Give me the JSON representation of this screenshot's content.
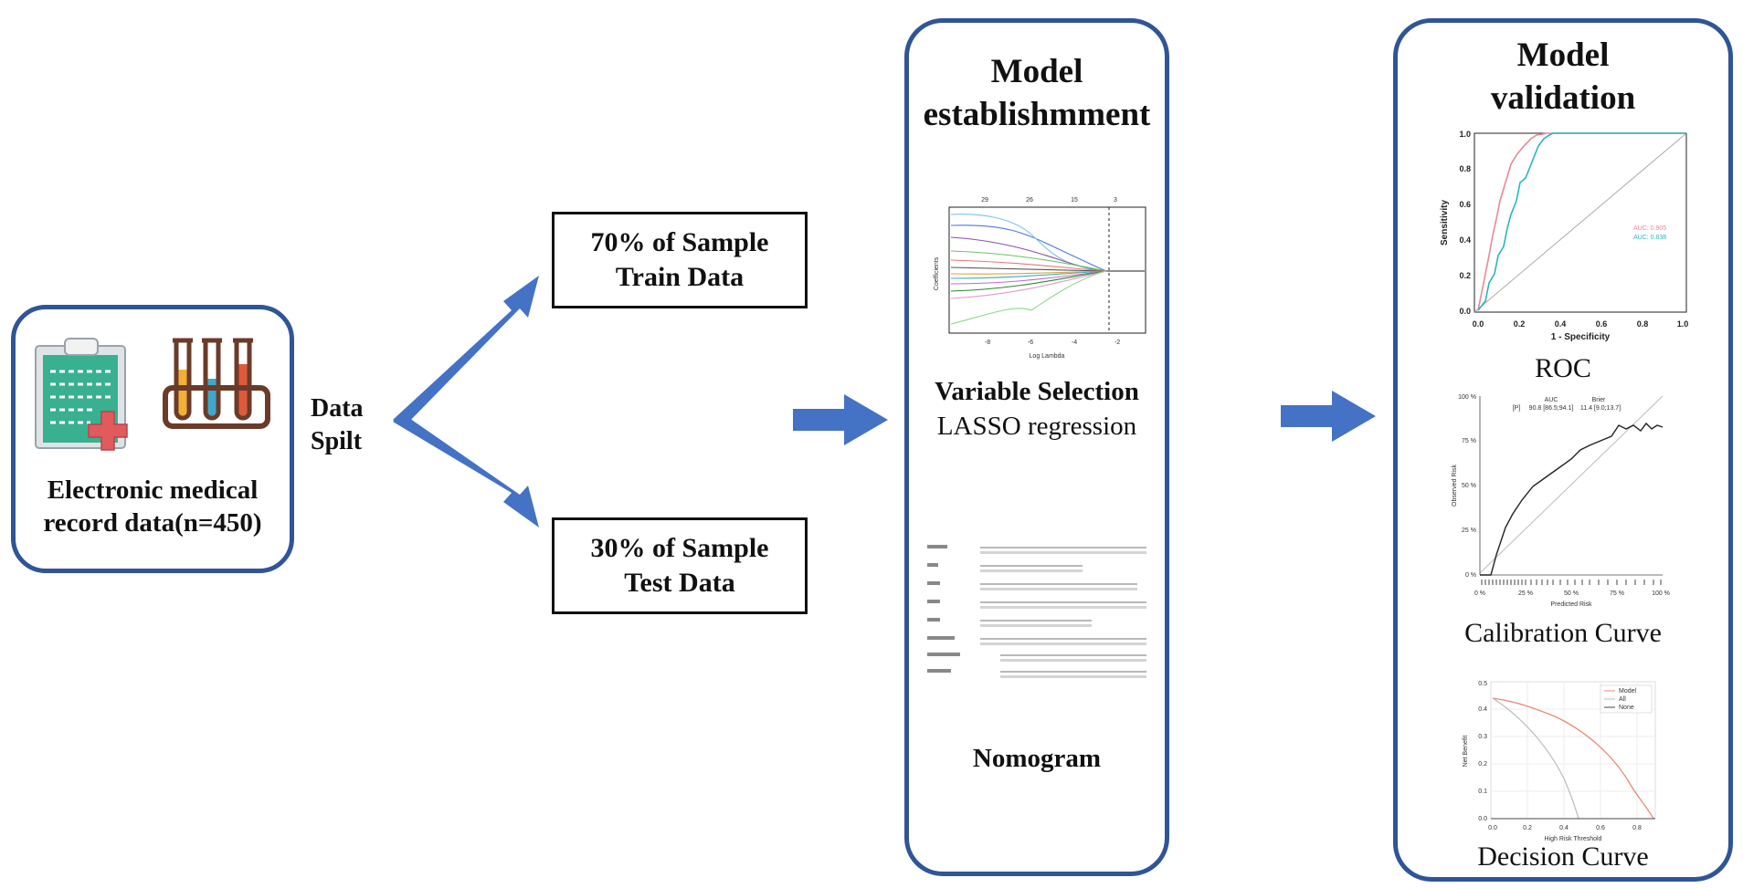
{
  "source": {
    "caption_line1": "Electronic medical",
    "caption_line2": "record data(n=450)",
    "icons": [
      "clipboard-medical-icon",
      "test-tubes-icon"
    ]
  },
  "split": {
    "label_line1": "Data",
    "label_line2": "Spilt",
    "train_line1": "70% of Sample",
    "train_line2": "Train Data",
    "test_line1": "30% of Sample",
    "test_line2": "Test Data"
  },
  "establishment": {
    "title_line1": "Model",
    "title_line2": "establishmment",
    "variable_selection": "Variable Selection",
    "lasso": "LASSO regression",
    "nomogram": "Nomogram",
    "lasso_plot": {
      "top_ticks": [
        "29",
        "26",
        "15",
        "3"
      ],
      "x_ticks": [
        "-8",
        "-6",
        "-4",
        "-2"
      ],
      "xlabel": "Log Lambda",
      "ylabel": "Coefficients"
    }
  },
  "validation": {
    "title_line1": "Model",
    "title_line2": "validation",
    "roc_label": "ROC",
    "calibration_label": "Calibration Curve",
    "decision_label": "Decision Curve",
    "roc_plot": {
      "xlabel": "1 - Specificity",
      "ylabel": "Sensitivity",
      "ticks": [
        "0.0",
        "0.2",
        "0.4",
        "0.6",
        "0.8",
        "1.0"
      ],
      "legend": [
        "AUC: 0.905",
        "AUC: 0.838"
      ]
    },
    "calibration_plot": {
      "y_ticks": [
        "0 %",
        "25 %",
        "50 %",
        "75 %",
        "100 %"
      ],
      "x_ticks": [
        "0 %",
        "25 %",
        "50 %",
        "75 %",
        "100 %"
      ],
      "xlabel": "Predicted Risk",
      "ylabel": "Observed Risk",
      "header_auc": "AUC",
      "header_brier": "Brier",
      "row_label": "[P]",
      "row_auc": "90.8 [86.5;94.1]",
      "row_brier": "11.4 [9.0;13.7]"
    },
    "decision_plot": {
      "x_ticks": [
        "0.0",
        "0.2",
        "0.4",
        "0.6",
        "0.8"
      ],
      "y_ticks": [
        "0.0",
        "0.1",
        "0.2",
        "0.3",
        "0.4",
        "0.5"
      ],
      "xlabel": "High Risk Threshold",
      "ylabel": "Net Benefit",
      "legend": [
        "Model",
        "All",
        "None"
      ]
    }
  },
  "colors": {
    "panel_border": "#2f5597",
    "arrow": "#4472c4",
    "roc_train": "#e8889a",
    "roc_test": "#2bb5b8",
    "decision_model": "#e88a78"
  }
}
